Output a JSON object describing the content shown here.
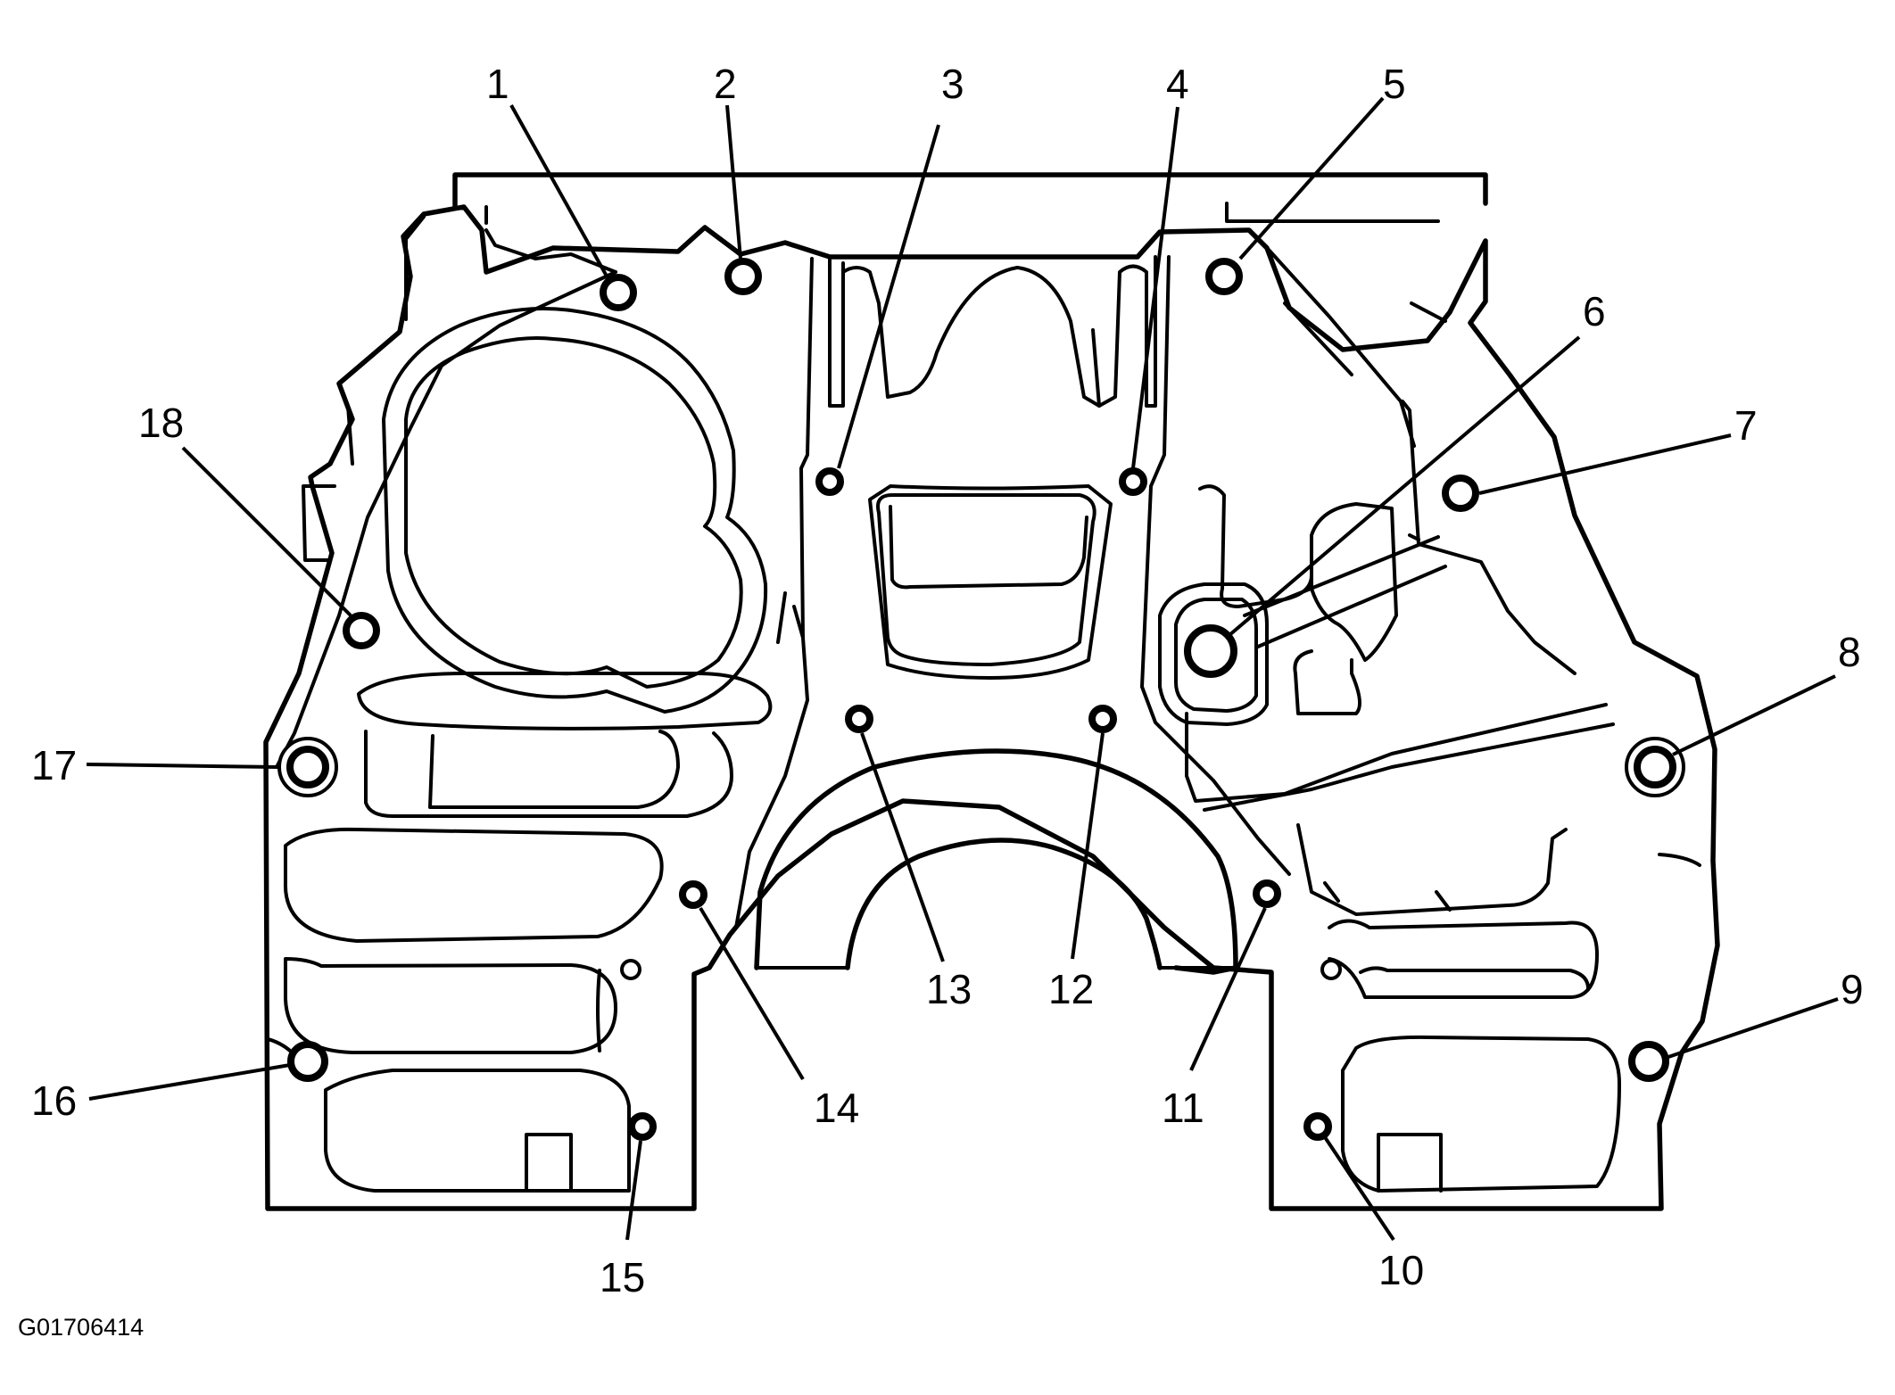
{
  "figure_id": "G01706414",
  "callouts": [
    {
      "id": 1,
      "label": "1"
    },
    {
      "id": 2,
      "label": "2"
    },
    {
      "id": 3,
      "label": "3"
    },
    {
      "id": 4,
      "label": "4"
    },
    {
      "id": 5,
      "label": "5"
    },
    {
      "id": 6,
      "label": "6"
    },
    {
      "id": 7,
      "label": "7"
    },
    {
      "id": 8,
      "label": "8"
    },
    {
      "id": 9,
      "label": "9"
    },
    {
      "id": 10,
      "label": "10"
    },
    {
      "id": 11,
      "label": "11"
    },
    {
      "id": 12,
      "label": "12"
    },
    {
      "id": 13,
      "label": "13"
    },
    {
      "id": 14,
      "label": "14"
    },
    {
      "id": 15,
      "label": "15"
    },
    {
      "id": 16,
      "label": "16"
    },
    {
      "id": 17,
      "label": "17"
    },
    {
      "id": 18,
      "label": "18"
    }
  ]
}
